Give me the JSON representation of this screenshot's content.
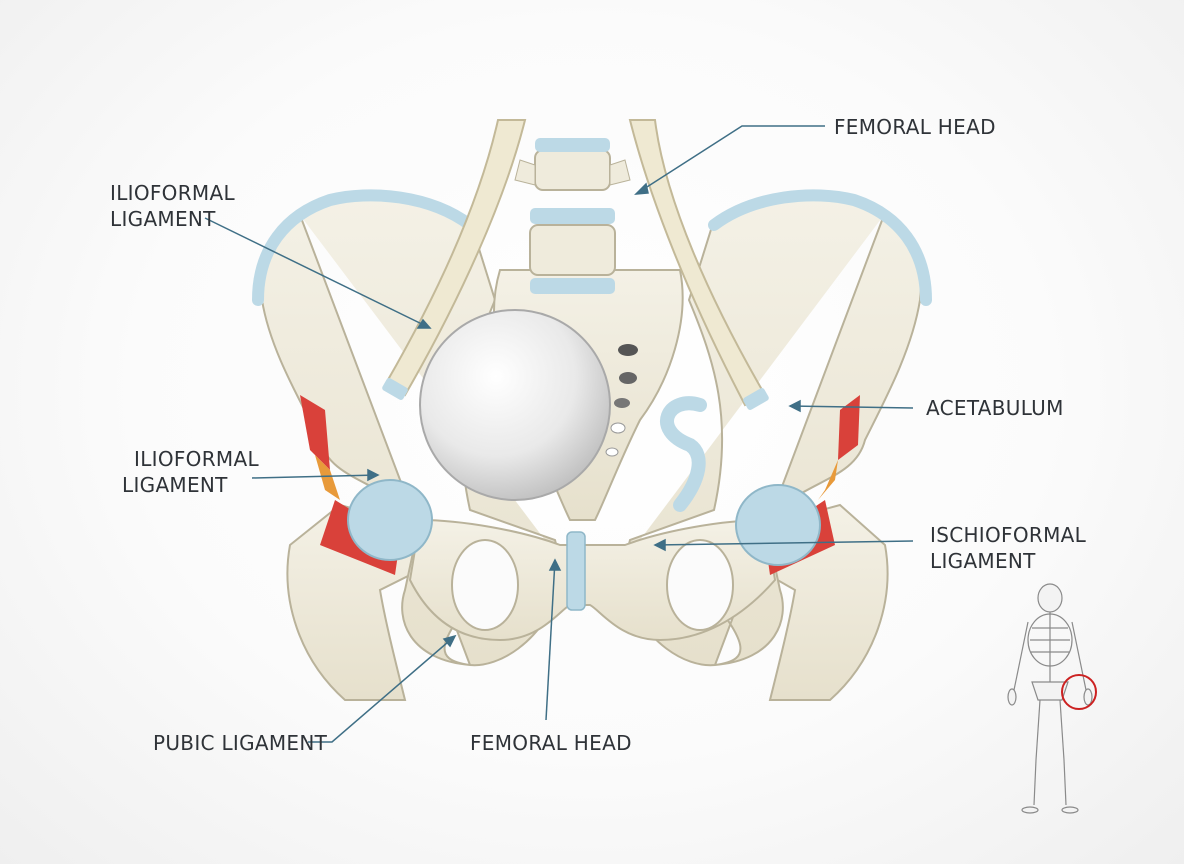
{
  "labels": {
    "femoral_head_top": "FEMORAL HEAD",
    "ilioformal_upper_1": "ILIOFORMAL",
    "ilioformal_upper_2": "LIGAMENT",
    "ilioformal_lower_1": "ILIOFORMAL",
    "ilioformal_lower_2": "LIGAMENT",
    "acetabulum": "ACETABULUM",
    "ischioformal_1": "ISCHIOFORMAL",
    "ischioformal_2": "LIGAMENT",
    "pubic_ligament": "PUBIC LIGAMENT",
    "femoral_head_bottom": "FEMORAL HEAD"
  },
  "colors": {
    "bone": "#efebdc",
    "bone_outline": "#b9b29a",
    "cartilage": "#bcd9e6",
    "ligament_red": "#d9413a",
    "ligament_orange": "#e89a3a",
    "leader_line": "#3f6f86",
    "highlight_circle": "#cc2222"
  },
  "inset": {
    "type": "skeleton-locator",
    "highlight": "hip region circled"
  }
}
